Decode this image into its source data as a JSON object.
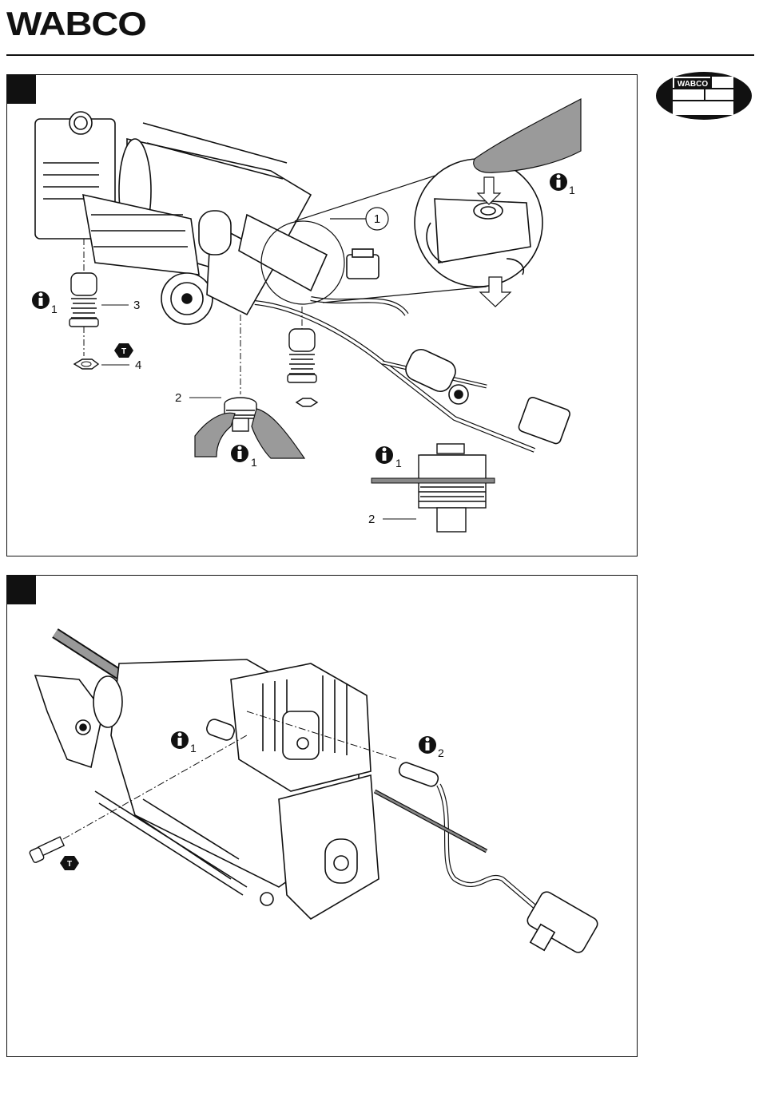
{
  "header": {
    "brand": "WABCO",
    "plate_brand": "WABCO"
  },
  "figure1": {
    "callouts": {
      "c1": "1",
      "c2": "2",
      "c3": "3",
      "c4": "4",
      "c2_detail": "2",
      "info_sub_a": "1",
      "info_sub_b": "1",
      "info_sub_c": "1",
      "info_sub_d": "1"
    },
    "icons": [
      "info-icon",
      "torque-icon",
      "press-arrow-icon"
    ]
  },
  "figure2": {
    "callouts": {
      "info_sub_a": "1",
      "info_sub_b": "2"
    },
    "icons": [
      "info-icon",
      "torque-icon"
    ]
  }
}
